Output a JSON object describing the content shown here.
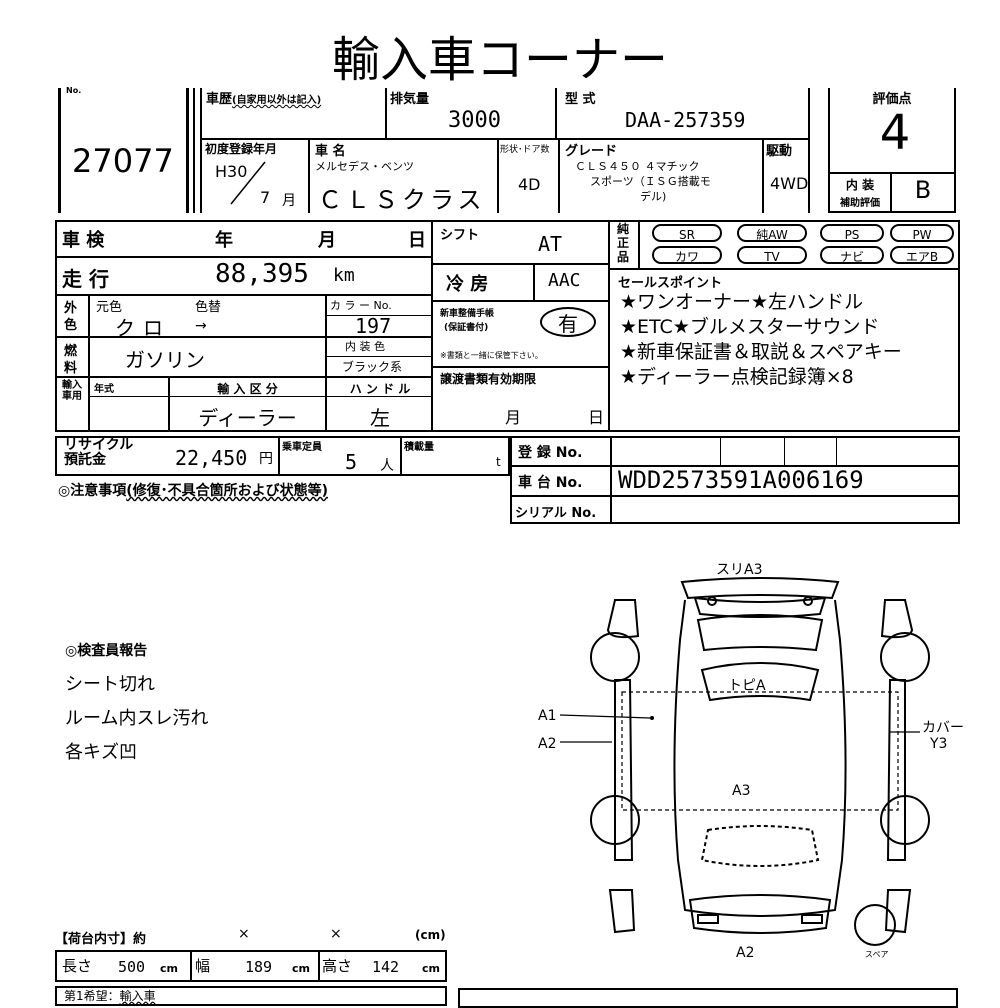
{
  "title": "輸入車コーナー",
  "lot": {
    "label": "No.",
    "number": "27077"
  },
  "history": {
    "label": "車歴",
    "note": "(自家用以外は記入)"
  },
  "displacement": {
    "label": "排気量",
    "value": "3000"
  },
  "model_code": {
    "label": "型 式",
    "value": "DAA-257359"
  },
  "score": {
    "label": "評価点",
    "value": "4"
  },
  "first_reg": {
    "label": "初度登録年月",
    "era_year": "H30",
    "month": "7",
    "month_unit": "月"
  },
  "car_name": {
    "label": "車 名",
    "maker": "メルセデス・ベンツ",
    "model": "ＣＬＳクラス"
  },
  "body": {
    "label": "形状･ドア数",
    "value": "4D"
  },
  "grade": {
    "label": "グレード",
    "line1": "ＣＬＳ４５０ ４マチック",
    "line2": "スポーツ（ＩＳＧ搭載モ",
    "line3": "デル)"
  },
  "drive": {
    "label": "駆動",
    "value": "4WD"
  },
  "interior": {
    "label1": "内 装",
    "label2": "補助評価",
    "value": "B"
  },
  "inspection": {
    "label": "車 検",
    "year": "年",
    "month": "月",
    "day": "日"
  },
  "shift": {
    "label": "シフト",
    "value": "AT"
  },
  "equipment": {
    "label1": "純",
    "label2": "正",
    "label3": "品",
    "row1": [
      "SR",
      "純AW",
      "PS",
      "PW"
    ],
    "row2": [
      "カワ",
      "TV",
      "ナビ",
      "エアB"
    ]
  },
  "mileage": {
    "label": "走 行",
    "value": "88,395",
    "unit": "km"
  },
  "ac": {
    "label": "冷 房",
    "value": "AAC"
  },
  "sales_points": {
    "label": "セールスポイント",
    "lines": [
      "★ワンオーナー★左ハンドル",
      "★ETC★ブルメスターサウンド",
      "★新車保証書＆取説＆スペアキー",
      "★ディーラー点検記録簿×8"
    ]
  },
  "color": {
    "side1": "外",
    "side2": "色",
    "label": "元色",
    "change_label": "色替",
    "value": "クロ",
    "arrow": "→",
    "code_label": "カ ラ ー No.",
    "code": "197"
  },
  "warranty": {
    "label1": "新車整備手帳",
    "label2": "(保証書付)",
    "value": "有",
    "note": "※書類と一緒に保管下さい。"
  },
  "fuel": {
    "side1": "燃",
    "side2": "料",
    "value": "ガソリン",
    "int_color_label": "内 装 色",
    "int_color": "ブラック系"
  },
  "import": {
    "side": "輸入車用",
    "year_label": "年式",
    "kubun_label": "輸 入 区 分",
    "kubun": "ディーラー",
    "handle_label": "ハ ン ド ル",
    "handle": "左"
  },
  "transfer": {
    "label": "譲渡書類有効期限",
    "month": "月",
    "day": "日"
  },
  "recycle": {
    "label1": "リサイクル",
    "label2": "預託金",
    "value": "22,450",
    "unit": "円"
  },
  "capacity": {
    "label": "乗車定員",
    "value": "5",
    "unit": "人"
  },
  "load": {
    "label": "積載量",
    "unit": "t"
  },
  "registration": {
    "reg_label": "登 録 No.",
    "chassis_label": "車 台 No.",
    "chassis": "WDD2573591A006169",
    "serial_label": "シリアル No."
  },
  "notes_label": "◎注意事項",
  "notes_sub": "(修復･不具合箇所および状態等)",
  "inspector": {
    "label": "◎検査員報告",
    "lines": [
      "シート切れ",
      "ルーム内スレ汚れ",
      "各キズ凹"
    ]
  },
  "diagram": {
    "top": "スリA3",
    "roof": "トピA",
    "a1": "A1",
    "a2_left": "A2",
    "a3": "A3",
    "a2_bottom": "A2",
    "right1": "カバー",
    "right2": "Y3",
    "spare": "スペア"
  },
  "cargo": {
    "label": "【荷台内寸】約",
    "x1": "×",
    "x2": "×",
    "unit_cm": "(cm)",
    "length_label": "長さ",
    "length": "500",
    "width_label": "幅",
    "width": "189",
    "height_label": "高さ",
    "height": "142",
    "cm": "cm"
  },
  "bottom": {
    "label": "第1希望：",
    "value": "輸入車"
  }
}
